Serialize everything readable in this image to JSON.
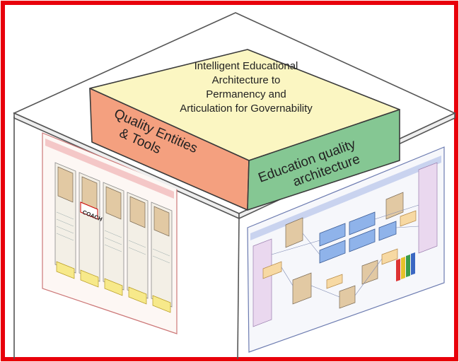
{
  "top_face": {
    "lines": [
      "Intelligent Educational",
      "Architecture to",
      "Permanency and",
      "Articulation for Governability"
    ]
  },
  "left_face": {
    "lines": [
      "Quality Entities",
      "& Tools"
    ]
  },
  "right_face": {
    "lines": [
      "Education quality",
      "architecture"
    ]
  },
  "poster_left": {
    "badge_coach": "COACH"
  },
  "colors": {
    "frame": "#e8000b",
    "top": "#fbf6c2",
    "left": "#f4a07f",
    "right": "#85c793",
    "outline": "#3a3a3a"
  }
}
